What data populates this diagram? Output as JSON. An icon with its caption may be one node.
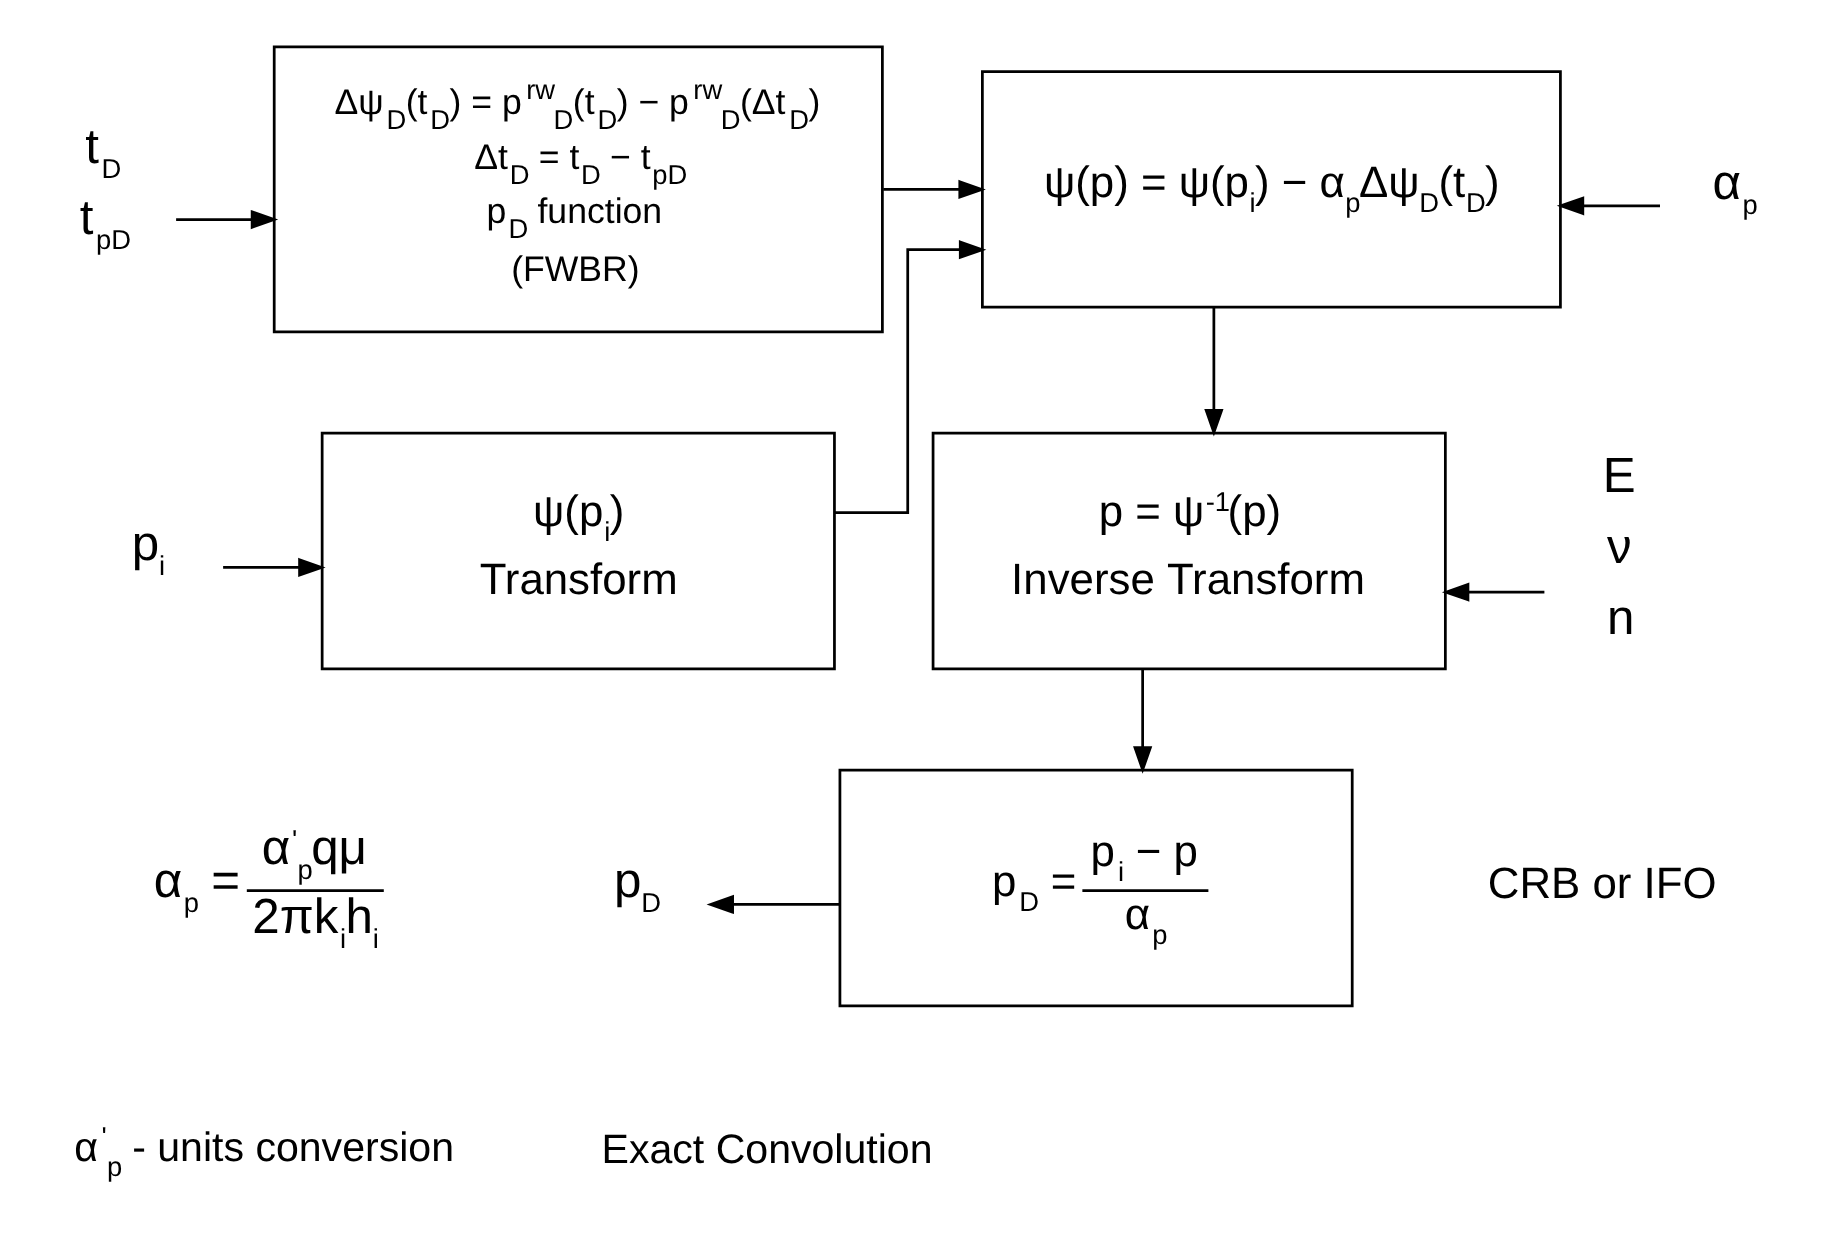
{
  "diagram": {
    "nodes": [
      {
        "text": [
          "t$_{D}$",
          "t$_{pD}$"
        ]
      },
      {
        "text": [
          "Δψ$_{D}$(t$_{D}$) = p$^{rw}$$_{D}$(t$_{D}$) − p$^{rw}$$_{D}$(Δt$_{D}$)",
          "Δt$_{D}$ = t$_{D}$ − t$_{pD}$",
          "p$_{D}$ function",
          "(FWBR)"
        ]
      },
      {
        "text": [
          "ψ(p) = ψ(p$_{i}$) − α$_{p}$Δψ$_{D}$(t$_{D}$)"
        ]
      },
      {
        "text": [
          "α$_{p}$"
        ]
      },
      {
        "text": [
          "p$_{i}$"
        ]
      },
      {
        "text": [
          "ψ(p$_{i}$)",
          "Transform"
        ]
      },
      {
        "text": [
          "p = ψ$^{-1}$(p)",
          "Inverse Transform"
        ]
      },
      {
        "text": [
          "E",
          "ν",
          "n"
        ]
      },
      {
        "text": [
          "p$_{D}$"
        ]
      },
      {
        "text": [
          "p$_{D}$ =",
          "p$_{i}$ − p",
          "α$_{p}$"
        ]
      }
    ],
    "edges": [
      {
        "from": 0,
        "to": 1,
        "arrow": "to"
      },
      {
        "from": 1,
        "to": 2,
        "arrow": "to"
      },
      {
        "from": 5,
        "to": 2,
        "arrow": "to"
      },
      {
        "from": 3,
        "to": 2,
        "arrow": "to"
      },
      {
        "from": 4,
        "to": 5,
        "arrow": "to"
      },
      {
        "from": 2,
        "to": 6,
        "arrow": "to"
      },
      {
        "from": 7,
        "to": 6,
        "arrow": "to"
      },
      {
        "from": 6,
        "to": 9,
        "arrow": "to"
      },
      {
        "from": 9,
        "to": 8,
        "arrow": "to"
      }
    ],
    "labels": [
      "CRB or IFO",
      "α$_{p}$ =",
      "α$^{'}$$_{p}$qμ",
      "2πk$_{i}$h$_{i}$",
      "α$^{'}$$_{p}$ - units conversion",
      "Exact Convolution"
    ]
  }
}
